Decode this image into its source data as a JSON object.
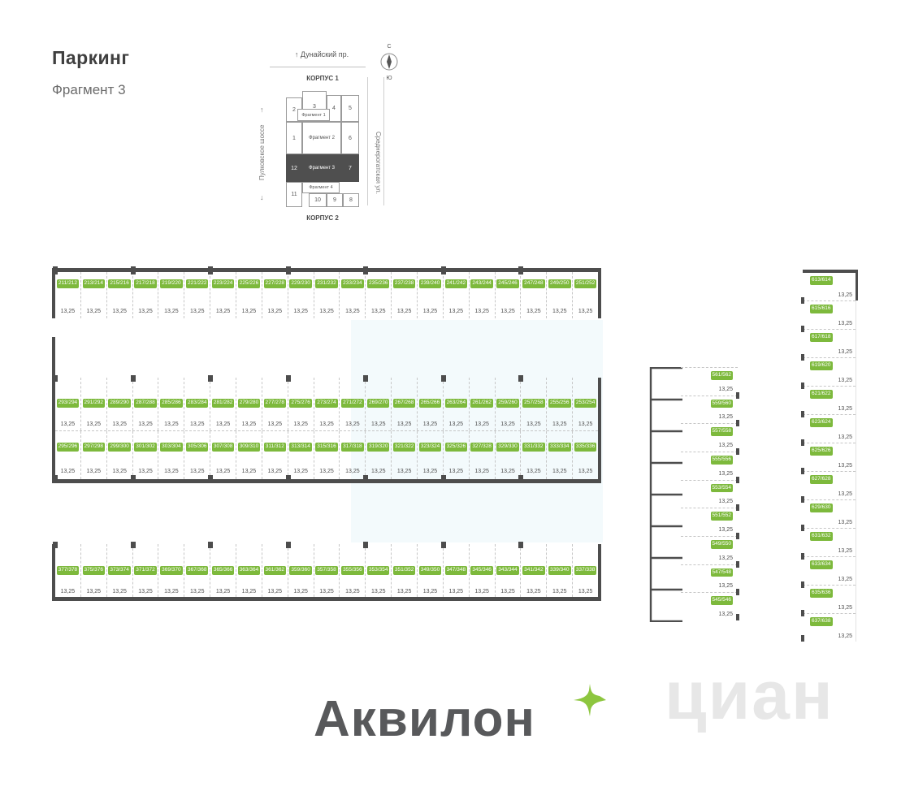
{
  "header": {
    "title": "Паркинг",
    "subtitle": "Фрагмент 3"
  },
  "minimap": {
    "street_top": "Дунайский пр.",
    "street_left": "Пулковское шоссе",
    "street_right": "Среднерогатская ул.",
    "korpus_top": "КОРПУС 1",
    "korpus_bottom": "КОРПУС 2",
    "compass_north": "С",
    "compass_south": "Ю",
    "fragment1": "Фрагмент 1",
    "fragment2": "Фрагмент 2",
    "fragment3": "Фрагмент 3",
    "fragment4": "Фрагмент 4",
    "cells": {
      "c1": "1",
      "c2": "2",
      "c3": "3",
      "c4": "4",
      "c5": "5",
      "c6": "6",
      "c7": "7",
      "c8": "8",
      "c9": "9",
      "c10": "10",
      "c11": "11",
      "c12": "12"
    }
  },
  "parking": {
    "rows": [
      {
        "key": "top",
        "area": "13,25",
        "spots": [
          "211/212",
          "213/214",
          "215/216",
          "217/218",
          "219/220",
          "221/222",
          "223/224",
          "225/226",
          "227/228",
          "229/230",
          "231/232",
          "233/234",
          "235/236",
          "237/238",
          "239/240",
          "241/242",
          "243/244",
          "245/246",
          "247/248",
          "249/250",
          "251/252"
        ]
      },
      {
        "key": "mid_upper",
        "area": "13,25",
        "spots": [
          "293/294",
          "291/292",
          "289/290",
          "287/288",
          "285/286",
          "283/284",
          "281/282",
          "279/280",
          "277/278",
          "275/276",
          "273/274",
          "271/272",
          "269/270",
          "267/268",
          "265/266",
          "263/264",
          "261/262",
          "259/260",
          "257/258",
          "255/256",
          "253/254"
        ]
      },
      {
        "key": "mid_lower",
        "area": "13,25",
        "spots": [
          "295/296",
          "297/298",
          "299/300",
          "301/302",
          "303/304",
          "305/306",
          "307/308",
          "309/310",
          "311/312",
          "313/314",
          "315/316",
          "317/318",
          "319/320",
          "321/322",
          "323/324",
          "325/326",
          "327/328",
          "329/330",
          "331/332",
          "333/334",
          "335/336"
        ]
      },
      {
        "key": "bottom",
        "area": "13,25",
        "spots": [
          "377/378",
          "375/376",
          "373/374",
          "371/372",
          "369/370",
          "367/368",
          "365/366",
          "363/364",
          "361/362",
          "359/360",
          "357/358",
          "355/356",
          "353/354",
          "351/352",
          "349/350",
          "347/348",
          "345/346",
          "343/344",
          "341/342",
          "339/340",
          "337/338"
        ]
      },
      {
        "key": "col_mid",
        "area": "13,25",
        "spots": [
          "561/562",
          "559/560",
          "557/558",
          "555/556",
          "553/554",
          "551/552",
          "549/550",
          "547/548",
          "545/546"
        ]
      },
      {
        "key": "col_right",
        "area": "13,25",
        "spots": [
          "613/614",
          "615/616",
          "617/618",
          "619/620",
          "621/622",
          "623/624",
          "625/626",
          "627/628",
          "629/630",
          "631/632",
          "633/634",
          "635/636",
          "637/638"
        ]
      }
    ]
  },
  "footer": {
    "brand": "Аквилон",
    "watermark": "циан"
  },
  "colors": {
    "badge_green": "#7db93c",
    "wall_dark": "#4d4d4d",
    "accent_green": "#8dc63f"
  }
}
